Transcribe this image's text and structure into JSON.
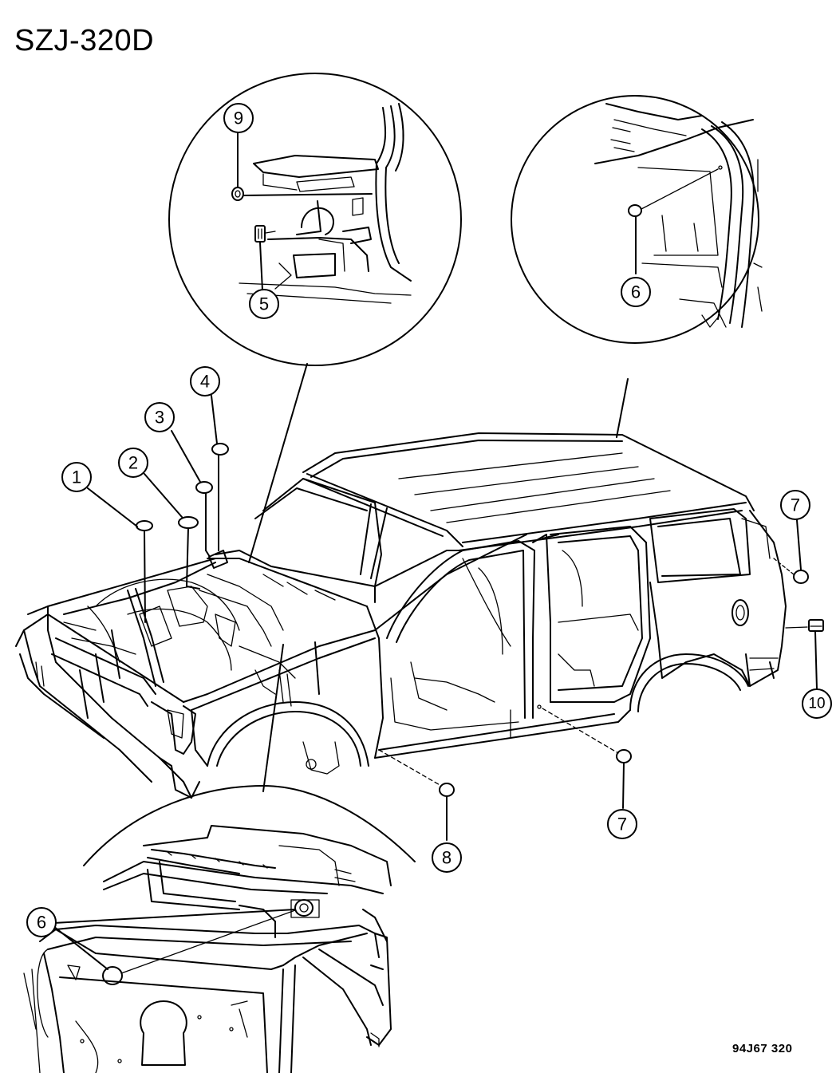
{
  "header": {
    "diagram_code": "SZJ-320D"
  },
  "footer": {
    "figure_code": "94J67  320"
  },
  "callouts": [
    {
      "id": "c1",
      "number": "1"
    },
    {
      "id": "c2",
      "number": "2"
    },
    {
      "id": "c3",
      "number": "3"
    },
    {
      "id": "c4",
      "number": "4"
    },
    {
      "id": "c5",
      "number": "5"
    },
    {
      "id": "c6a",
      "number": "6"
    },
    {
      "id": "c6b",
      "number": "6"
    },
    {
      "id": "c7a",
      "number": "7"
    },
    {
      "id": "c7b",
      "number": "7"
    },
    {
      "id": "c8",
      "number": "8"
    },
    {
      "id": "c9",
      "number": "9"
    },
    {
      "id": "c10",
      "number": "10"
    }
  ]
}
